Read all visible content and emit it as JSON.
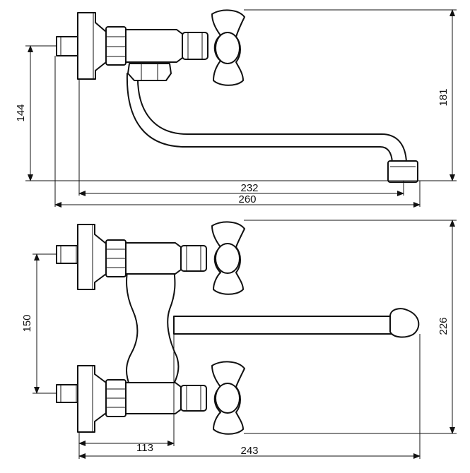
{
  "diagram": {
    "top_view": {
      "dimensions": {
        "height_144": "144",
        "height_181": "181",
        "width_232": "232",
        "width_260": "260"
      }
    },
    "bottom_view": {
      "dimensions": {
        "height_150": "150",
        "height_226": "226",
        "width_113": "113",
        "width_243": "243"
      }
    }
  }
}
